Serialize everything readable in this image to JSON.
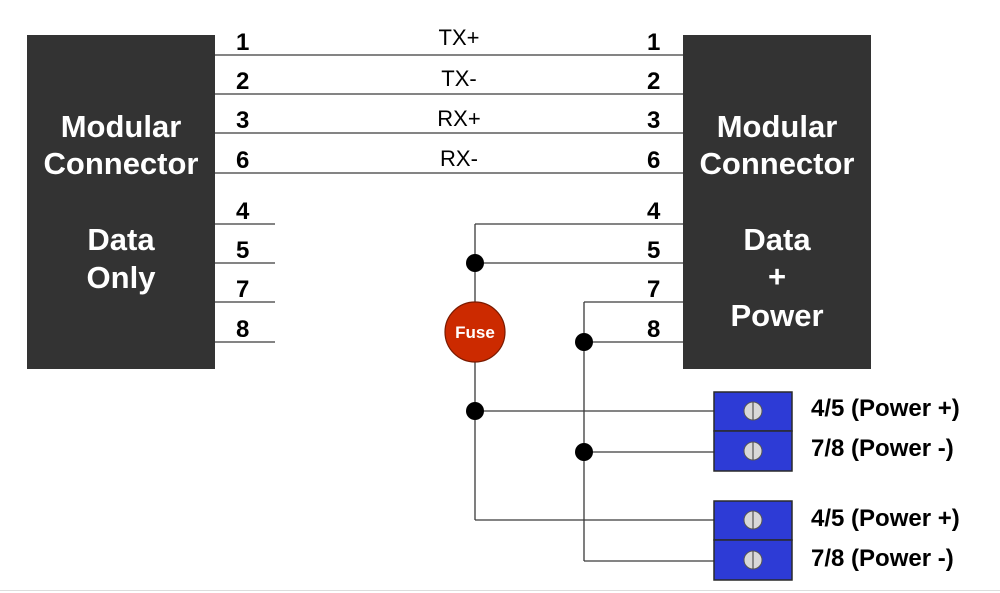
{
  "left_box": {
    "title_line1": "Modular",
    "title_line2": "Connector",
    "sub_line1": "Data",
    "sub_line2": "Only",
    "pins": [
      "1",
      "2",
      "3",
      "6",
      "4",
      "5",
      "7",
      "8"
    ]
  },
  "right_box": {
    "title_line1": "Modular",
    "title_line2": "Connector",
    "sub_line1": "Data",
    "sub_line2": "+",
    "sub_line3": "Power",
    "pins": [
      "1",
      "2",
      "3",
      "6",
      "4",
      "5",
      "7",
      "8"
    ]
  },
  "signals": [
    "TX+",
    "TX-",
    "RX+",
    "RX-"
  ],
  "fuse": {
    "label": "Fuse",
    "color": "#cc2a00"
  },
  "terminal_blocks": [
    {
      "top_label": "4/5 (Power +)",
      "bottom_label": "7/8 (Power -)"
    },
    {
      "top_label": "4/5 (Power +)",
      "bottom_label": "7/8 (Power -)"
    }
  ],
  "colors": {
    "box": "#333333",
    "terminal": "#2d3bd6",
    "wire": "#3a3a3a"
  }
}
